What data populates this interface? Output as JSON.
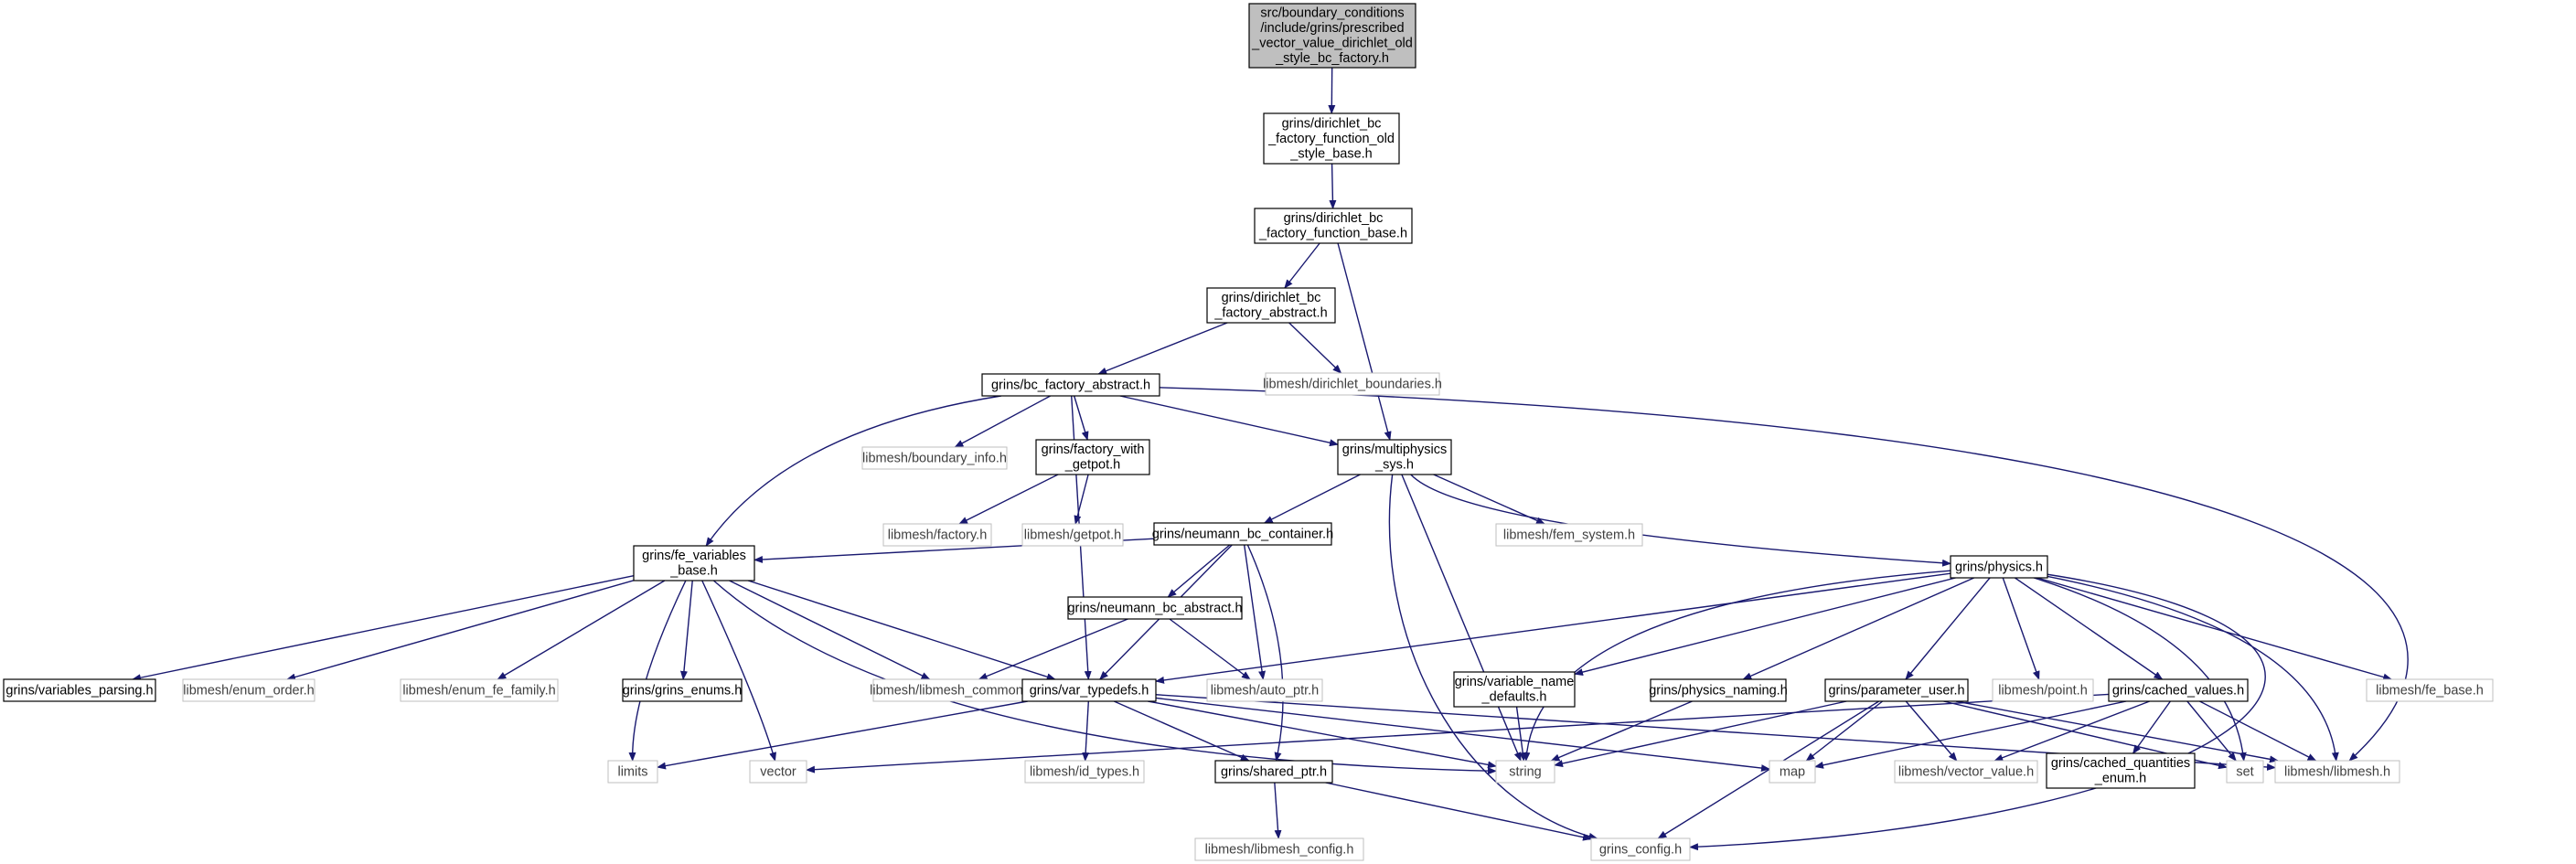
{
  "colors": {
    "edge": "#191970",
    "root_fill": "#bfbfbf",
    "node_border": "#000000",
    "external_border": "#bfbfbf",
    "external_text": "#404040",
    "text": "#000000"
  },
  "nodes": [
    {
      "id": "root",
      "style": "root",
      "lines": [
        "src/boundary_conditions",
        "/include/grins/prescribed",
        "_vector_value_dirichlet_old",
        "_style_bc_factory.h"
      ]
    },
    {
      "id": "dbc_func_old",
      "style": "header",
      "lines": [
        "grins/dirichlet_bc",
        "_factory_function_old",
        "_style_base.h"
      ]
    },
    {
      "id": "dbc_func_base",
      "style": "header",
      "lines": [
        "grins/dirichlet_bc",
        "_factory_function_base.h"
      ]
    },
    {
      "id": "dbc_abstract",
      "style": "header",
      "lines": [
        "grins/dirichlet_bc",
        "_factory_abstract.h"
      ]
    },
    {
      "id": "dirichlet_boundaries",
      "style": "external",
      "lines": [
        "libmesh/dirichlet_boundaries.h"
      ]
    },
    {
      "id": "bc_factory_abstract",
      "style": "header",
      "lines": [
        "grins/bc_factory_abstract.h"
      ]
    },
    {
      "id": "boundary_info",
      "style": "external",
      "lines": [
        "libmesh/boundary_info.h"
      ]
    },
    {
      "id": "factory_with_getpot",
      "style": "header",
      "lines": [
        "grins/factory_with",
        "_getpot.h"
      ]
    },
    {
      "id": "multiphysics_sys",
      "style": "header",
      "lines": [
        "grins/multiphysics",
        "_sys.h"
      ]
    },
    {
      "id": "factory",
      "style": "external",
      "lines": [
        "libmesh/factory.h"
      ]
    },
    {
      "id": "getpot",
      "style": "external",
      "lines": [
        "libmesh/getpot.h"
      ]
    },
    {
      "id": "neumann_container",
      "style": "header",
      "lines": [
        "grins/neumann_bc_container.h"
      ]
    },
    {
      "id": "fem_system",
      "style": "external",
      "lines": [
        "libmesh/fem_system.h"
      ]
    },
    {
      "id": "fe_variables_base",
      "style": "header",
      "lines": [
        "grins/fe_variables",
        "_base.h"
      ]
    },
    {
      "id": "neumann_abstract",
      "style": "header",
      "lines": [
        "grins/neumann_bc_abstract.h"
      ]
    },
    {
      "id": "physics",
      "style": "header",
      "lines": [
        "grins/physics.h"
      ]
    },
    {
      "id": "variables_parsing",
      "style": "header",
      "lines": [
        "grins/variables_parsing.h"
      ]
    },
    {
      "id": "enum_order",
      "style": "external",
      "lines": [
        "libmesh/enum_order.h"
      ]
    },
    {
      "id": "enum_fe_family",
      "style": "external",
      "lines": [
        "libmesh/enum_fe_family.h"
      ]
    },
    {
      "id": "grins_enums",
      "style": "header",
      "lines": [
        "grins/grins_enums.h"
      ]
    },
    {
      "id": "libmesh_common",
      "style": "external",
      "lines": [
        "libmesh/libmesh_common.h"
      ]
    },
    {
      "id": "var_typedefs",
      "style": "header",
      "lines": [
        "grins/var_typedefs.h"
      ]
    },
    {
      "id": "auto_ptr",
      "style": "external",
      "lines": [
        "libmesh/auto_ptr.h"
      ]
    },
    {
      "id": "variable_name_defaults",
      "style": "header",
      "lines": [
        "grins/variable_name",
        "_defaults.h"
      ]
    },
    {
      "id": "physics_naming",
      "style": "header",
      "lines": [
        "grins/physics_naming.h"
      ]
    },
    {
      "id": "parameter_user",
      "style": "header",
      "lines": [
        "grins/parameter_user.h"
      ]
    },
    {
      "id": "point",
      "style": "external",
      "lines": [
        "libmesh/point.h"
      ]
    },
    {
      "id": "cached_values",
      "style": "header",
      "lines": [
        "grins/cached_values.h"
      ]
    },
    {
      "id": "fe_base",
      "style": "external",
      "lines": [
        "libmesh/fe_base.h"
      ]
    },
    {
      "id": "limits",
      "style": "external",
      "lines": [
        "limits"
      ]
    },
    {
      "id": "vector",
      "style": "external",
      "lines": [
        "vector"
      ]
    },
    {
      "id": "id_types",
      "style": "external",
      "lines": [
        "libmesh/id_types.h"
      ]
    },
    {
      "id": "shared_ptr",
      "style": "header",
      "lines": [
        "grins/shared_ptr.h"
      ]
    },
    {
      "id": "string",
      "style": "external",
      "lines": [
        "string"
      ]
    },
    {
      "id": "map",
      "style": "external",
      "lines": [
        "map"
      ]
    },
    {
      "id": "vector_value",
      "style": "external",
      "lines": [
        "libmesh/vector_value.h"
      ]
    },
    {
      "id": "cached_quantities_enum",
      "style": "header",
      "lines": [
        "grins/cached_quantities",
        "_enum.h"
      ]
    },
    {
      "id": "set",
      "style": "external",
      "lines": [
        "set"
      ]
    },
    {
      "id": "libmesh",
      "style": "external",
      "lines": [
        "libmesh/libmesh.h"
      ]
    },
    {
      "id": "libmesh_config",
      "style": "external",
      "lines": [
        "libmesh/libmesh_config.h"
      ]
    },
    {
      "id": "grins_config",
      "style": "external",
      "lines": [
        "grins_config.h"
      ]
    }
  ],
  "edges": [
    [
      "root",
      "dbc_func_old"
    ],
    [
      "dbc_func_old",
      "dbc_func_base"
    ],
    [
      "dbc_func_base",
      "dbc_abstract"
    ],
    [
      "dbc_func_base",
      "multiphysics_sys"
    ],
    [
      "dbc_abstract",
      "bc_factory_abstract"
    ],
    [
      "dbc_abstract",
      "dirichlet_boundaries"
    ],
    [
      "bc_factory_abstract",
      "boundary_info"
    ],
    [
      "bc_factory_abstract",
      "factory_with_getpot"
    ],
    [
      "bc_factory_abstract",
      "multiphysics_sys"
    ],
    [
      "bc_factory_abstract",
      "fe_variables_base"
    ],
    [
      "bc_factory_abstract",
      "var_typedefs"
    ],
    [
      "bc_factory_abstract",
      "libmesh"
    ],
    [
      "factory_with_getpot",
      "factory"
    ],
    [
      "factory_with_getpot",
      "getpot"
    ],
    [
      "multiphysics_sys",
      "neumann_container"
    ],
    [
      "multiphysics_sys",
      "fem_system"
    ],
    [
      "multiphysics_sys",
      "physics"
    ],
    [
      "multiphysics_sys",
      "string"
    ],
    [
      "multiphysics_sys",
      "grins_config"
    ],
    [
      "neumann_container",
      "fe_variables_base"
    ],
    [
      "neumann_container",
      "neumann_abstract"
    ],
    [
      "neumann_container",
      "var_typedefs"
    ],
    [
      "neumann_container",
      "auto_ptr"
    ],
    [
      "neumann_container",
      "shared_ptr"
    ],
    [
      "neumann_abstract",
      "libmesh_common"
    ],
    [
      "neumann_abstract",
      "auto_ptr"
    ],
    [
      "fe_variables_base",
      "variables_parsing"
    ],
    [
      "fe_variables_base",
      "enum_order"
    ],
    [
      "fe_variables_base",
      "enum_fe_family"
    ],
    [
      "fe_variables_base",
      "grins_enums"
    ],
    [
      "fe_variables_base",
      "libmesh_common"
    ],
    [
      "fe_variables_base",
      "var_typedefs"
    ],
    [
      "fe_variables_base",
      "limits"
    ],
    [
      "fe_variables_base",
      "vector"
    ],
    [
      "fe_variables_base",
      "string"
    ],
    [
      "physics",
      "var_typedefs"
    ],
    [
      "physics",
      "variable_name_defaults"
    ],
    [
      "physics",
      "physics_naming"
    ],
    [
      "physics",
      "parameter_user"
    ],
    [
      "physics",
      "point"
    ],
    [
      "physics",
      "cached_values"
    ],
    [
      "physics",
      "fe_base"
    ],
    [
      "physics",
      "string"
    ],
    [
      "physics",
      "set"
    ],
    [
      "physics",
      "libmesh"
    ],
    [
      "physics",
      "grins_config"
    ],
    [
      "var_typedefs",
      "limits"
    ],
    [
      "var_typedefs",
      "id_types"
    ],
    [
      "var_typedefs",
      "shared_ptr"
    ],
    [
      "var_typedefs",
      "string"
    ],
    [
      "var_typedefs",
      "map"
    ],
    [
      "var_typedefs",
      "libmesh"
    ],
    [
      "variable_name_defaults",
      "string"
    ],
    [
      "physics_naming",
      "string"
    ],
    [
      "parameter_user",
      "string"
    ],
    [
      "parameter_user",
      "map"
    ],
    [
      "parameter_user",
      "vector_value"
    ],
    [
      "parameter_user",
      "set"
    ],
    [
      "parameter_user",
      "libmesh"
    ],
    [
      "parameter_user",
      "grins_config"
    ],
    [
      "cached_values",
      "vector"
    ],
    [
      "cached_values",
      "map"
    ],
    [
      "cached_values",
      "vector_value"
    ],
    [
      "cached_values",
      "cached_quantities_enum"
    ],
    [
      "cached_values",
      "set"
    ],
    [
      "cached_values",
      "libmesh"
    ],
    [
      "shared_ptr",
      "libmesh_config"
    ],
    [
      "shared_ptr",
      "grins_config"
    ]
  ]
}
